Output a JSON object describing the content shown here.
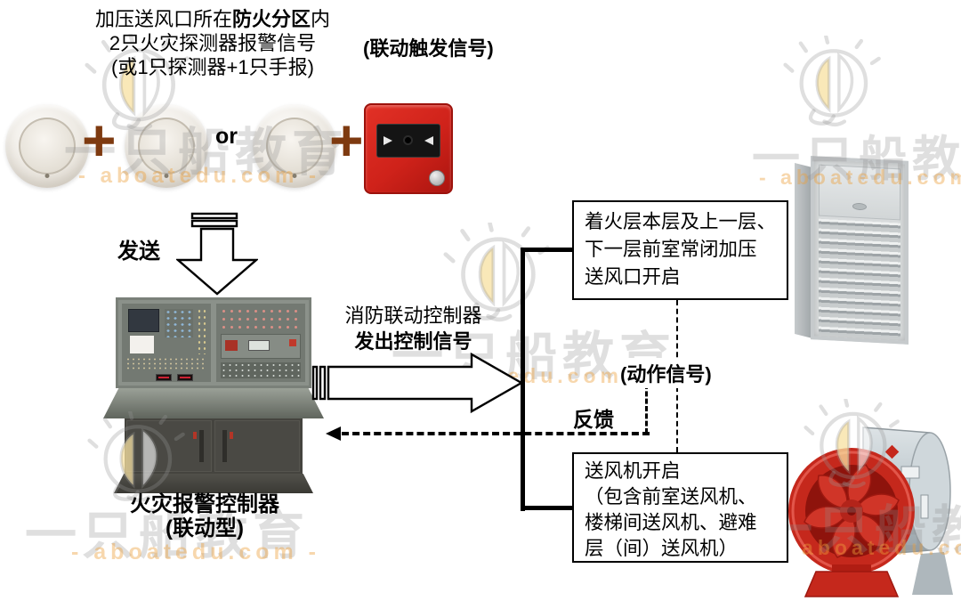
{
  "intro": {
    "line1_pre": "加压送风口所在",
    "line1_bold": "防火分区",
    "line1_suffix": "内",
    "line2": "2只火灾探测器报警信号",
    "line3": "(或1只探测器+1只手报)",
    "trigger_label": "(联动触发信号)"
  },
  "detector_row": {
    "plus1": "+",
    "or_label": "or",
    "plus2": "+"
  },
  "send_label": "发送",
  "controller": {
    "caption_line1": "火灾报警控制器",
    "caption_line2": "(联动型)"
  },
  "control_signal": {
    "line1": "消防联动控制器",
    "line2": "发出控制信号"
  },
  "vent_box": {
    "line1": "着火层本层及上一层、",
    "line2": "下一层前室常闭加压",
    "line3": "送风口开启"
  },
  "fan_box": {
    "line1": "送风机开启",
    "line2": "（包含前室送风机、",
    "line3": "楼梯间送风机、避难",
    "line4": "层（间）送风机）"
  },
  "signals": {
    "action": "(动作信号)",
    "feedback": "反馈"
  },
  "watermark": {
    "brand": "一只船教育",
    "domain": "- aboatedu.com -"
  },
  "colors": {
    "plus_brown": "#7e3a10",
    "callpoint_red": "#d2261c",
    "fan_red": "#c5281c",
    "line_black": "#000000",
    "watermark_gray": "#8c8c8c",
    "watermark_orange": "#eca03c"
  }
}
